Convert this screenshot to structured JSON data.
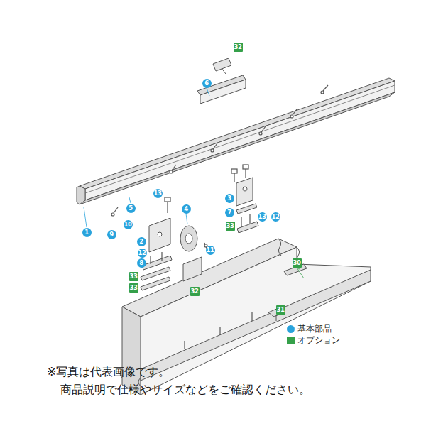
{
  "diagram": {
    "caption": "※写真は代表画像です。 商品説明で仕様やサイズなどをご確認ください。",
    "labels": [
      "32",
      "6",
      "1",
      "9",
      "5",
      "10",
      "13",
      "4",
      "3",
      "7",
      "13",
      "12",
      "33",
      "2",
      "12",
      "11",
      "8",
      "33",
      "33",
      "32",
      "30",
      "31"
    ],
    "legend": [
      {
        "text": "基本部品",
        "color": "#29a3dc"
      },
      {
        "text": "オプション",
        "color": "#35a04a"
      }
    ]
  }
}
